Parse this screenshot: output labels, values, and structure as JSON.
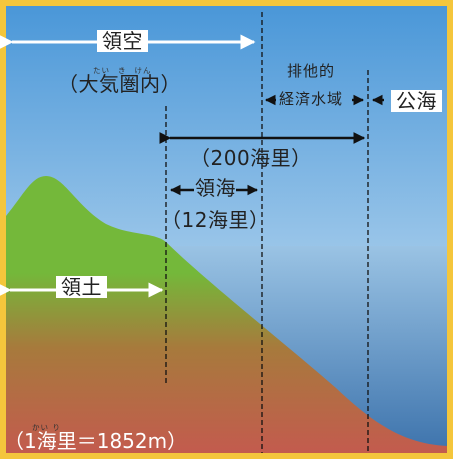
{
  "colors": {
    "frame": "#f4c63c",
    "sky_top": "#4a97d8",
    "sky_bottom": "#dcecf7",
    "sea_top": "#9ac3e4",
    "sea_bottom": "#3d73ac",
    "land_top": "#74b83a",
    "land_mid": "#a77a3c",
    "land_bottom": "#c35b4e",
    "arrow": "#ffffff",
    "arrow_dark": "#111111",
    "guide_line": "#111111"
  },
  "labels": {
    "airspace": "領空",
    "airspace_note": "（大気圏内）",
    "airspace_note_ruby": [
      "たい",
      "き",
      "けん"
    ],
    "eez_line1": "排他的",
    "eez_line2": "経済水域",
    "high_seas": "公海",
    "distance_200": "（200海里）",
    "territorial_sea": "領海",
    "distance_12": "（12海里）",
    "territory": "領土",
    "footnote": "（1海里＝1852m）",
    "footnote_ruby": "かい り"
  }
}
